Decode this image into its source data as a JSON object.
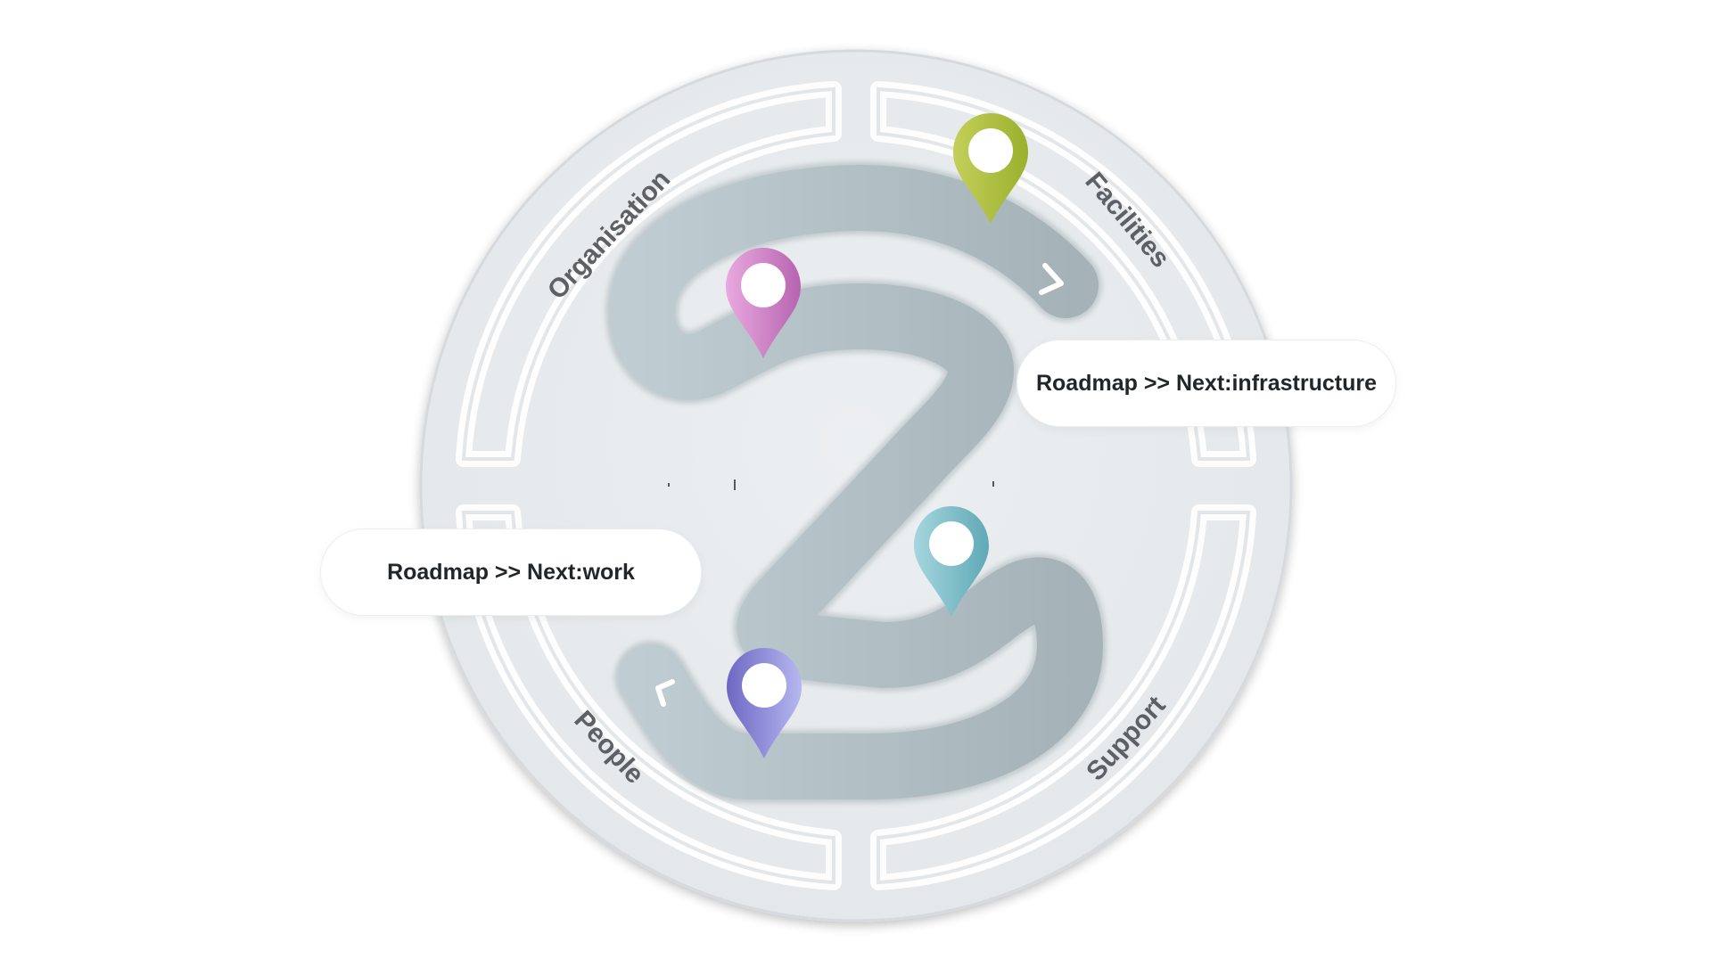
{
  "diagram": {
    "segments": [
      {
        "label": "Organisation"
      },
      {
        "label": "Facilities"
      },
      {
        "label": "People"
      },
      {
        "label": "Support"
      }
    ],
    "callouts": {
      "work": "Roadmap >> Next:work",
      "infrastructure": "Roadmap >> Next:infrastructure"
    },
    "pins": [
      {
        "name": "green",
        "color": "#9ab02e",
        "color_light": "#c3d05a"
      },
      {
        "name": "pink",
        "color": "#b664b0",
        "color_light": "#e9a9df"
      },
      {
        "name": "teal",
        "color": "#5fa9b6",
        "color_light": "#a6d6de"
      },
      {
        "name": "purple",
        "color": "#7670c8",
        "color_light": "#b6b7f0"
      }
    ],
    "colors": {
      "disc": "#e9ecee",
      "ring_border": "#dfe3e6",
      "road": "#b5c3c9",
      "road_dark": "#a6b3b8"
    }
  }
}
